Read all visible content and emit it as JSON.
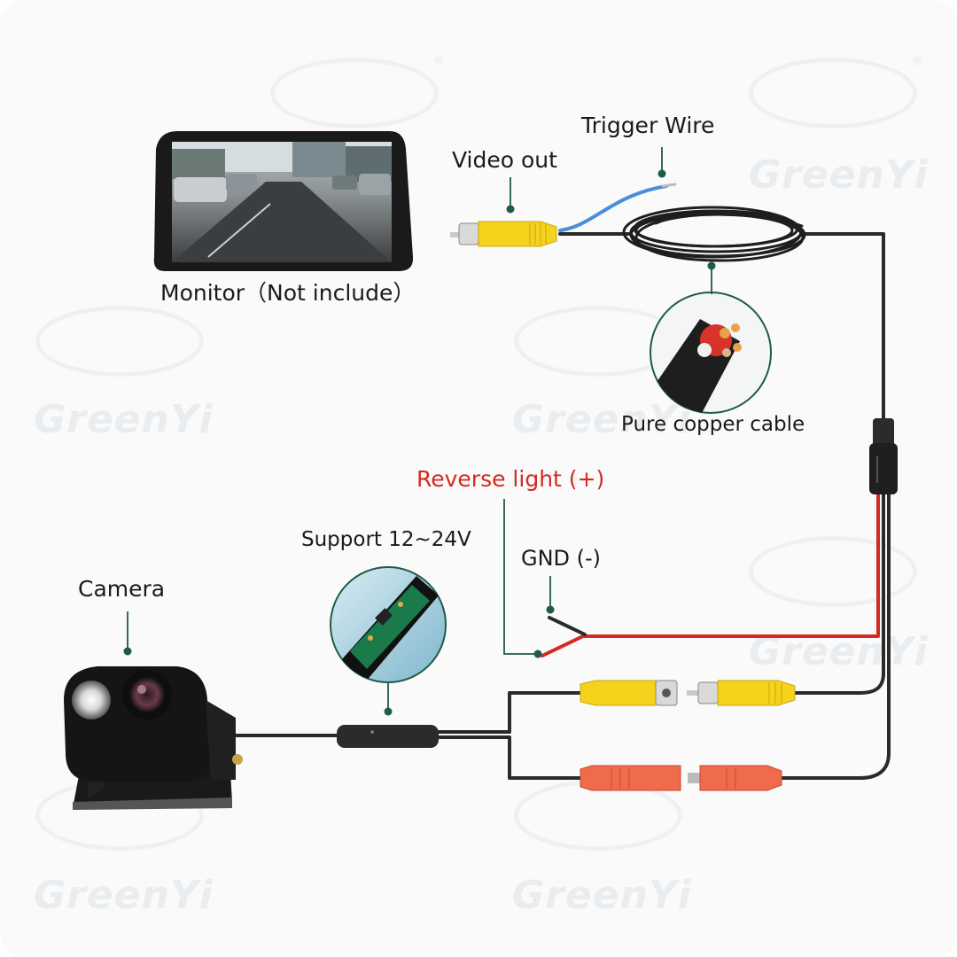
{
  "labels": {
    "trigger_wire": "Trigger Wire",
    "video_out": "Video out",
    "monitor": "Monitor（Not include）",
    "pure_copper_cable": "Pure copper cable",
    "reverse_light": "Reverse light (+)",
    "gnd": "GND (-)",
    "support_voltage": "Support 12~24V",
    "camera": "Camera"
  },
  "watermark": {
    "brand": "GreenYi",
    "registered": "®"
  },
  "colors": {
    "cable": "#2a2a2a",
    "rca_yellow": "#f5d21c",
    "rca_red": "#f06a4c",
    "power_red": "#d42a20",
    "trigger_blue": "#4a8fd8",
    "label_red": "#d42a20",
    "leader_green": "#1f5a4a"
  }
}
